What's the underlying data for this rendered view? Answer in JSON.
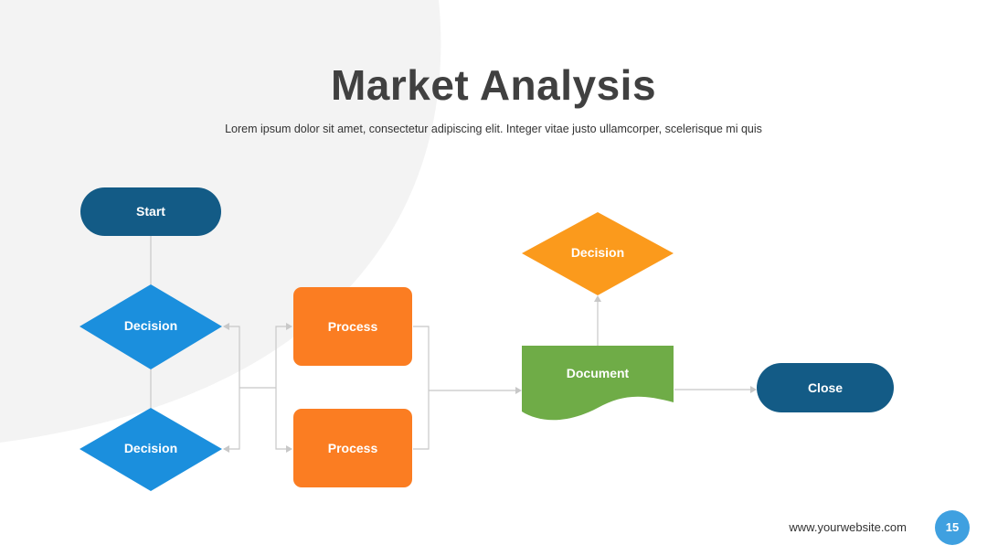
{
  "slide": {
    "title": "Market Analysis",
    "subtitle": "Lorem ipsum dolor sit amet, consectetur adipiscing elit. Integer vitae justo ullamcorper, scelerisque mi quis",
    "website": "www.yourwebsite.com",
    "page_number": "15"
  },
  "flowchart": {
    "start": "Start",
    "decision_top": "Decision",
    "decision_bottom": "Decision",
    "process_top": "Process",
    "process_bottom": "Process",
    "document": "Document",
    "decision_right": "Decision",
    "close": "Close"
  },
  "colors": {
    "navy": "#135b86",
    "blue": "#1b8fdd",
    "orange": "#fb7d22",
    "amber": "#fb9a1c",
    "green": "#6fac47",
    "connector": "#c8c8c8",
    "background_shape": "#f3f3f3",
    "page_badge": "#3fa0e0"
  }
}
